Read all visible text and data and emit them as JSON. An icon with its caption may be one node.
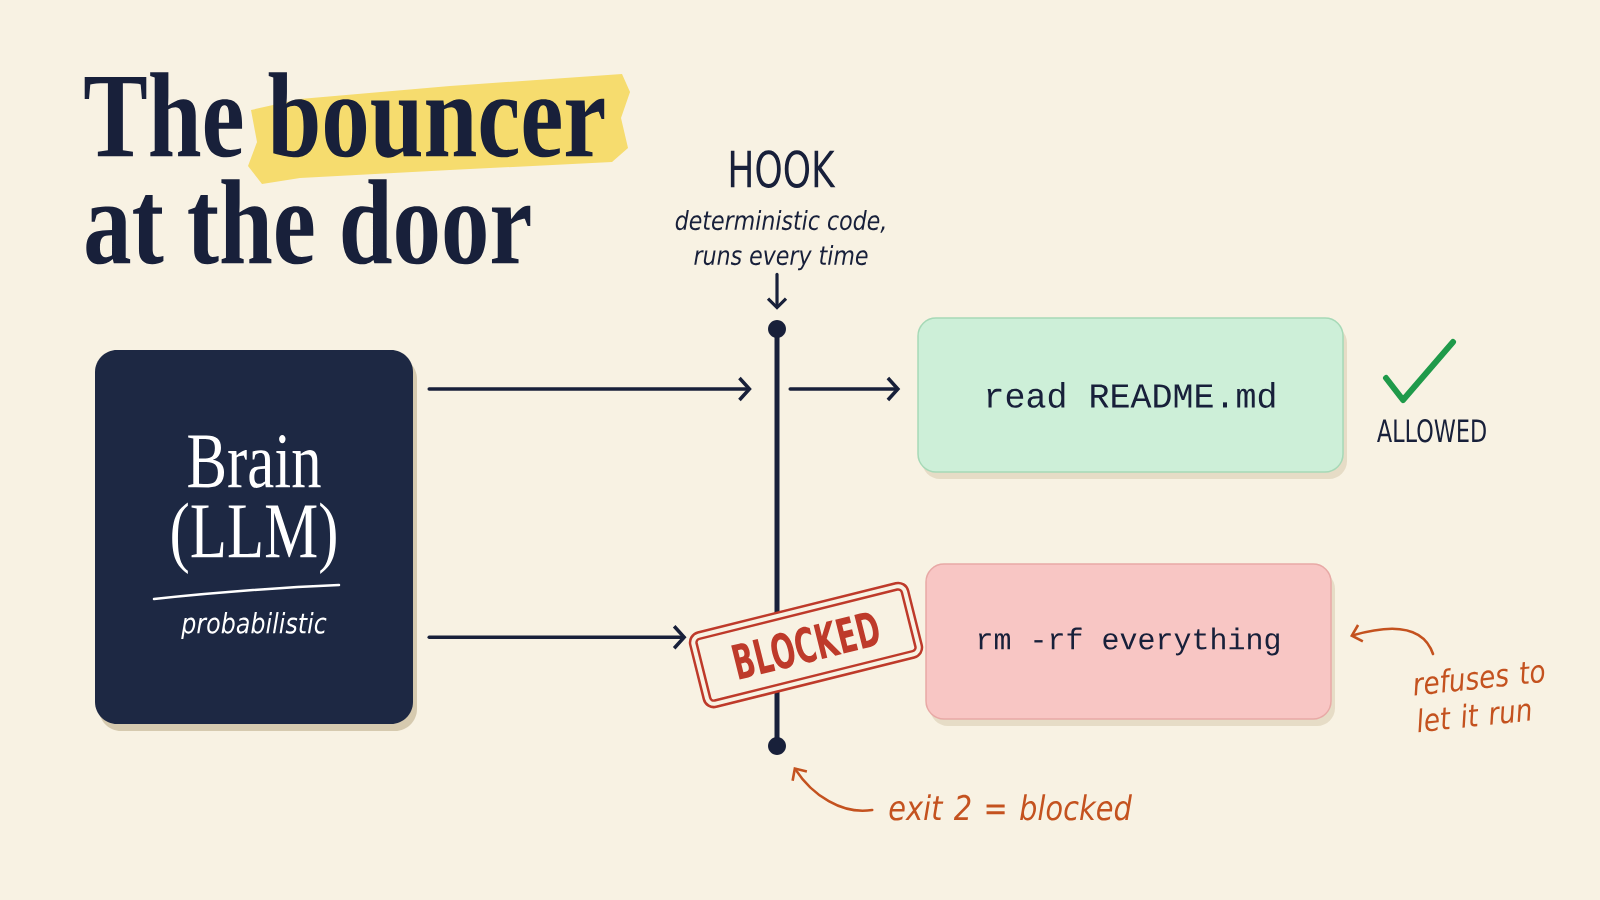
{
  "diagram": {
    "title": "The bouncer at the door",
    "nodes": [
      {
        "text": [
          "HOOK",
          "deterministic code, runs every time"
        ]
      },
      {
        "text": [],
        "shape": "bar"
      },
      {
        "text": [
          "Brain (LLM)",
          "probabilistic"
        ]
      },
      {
        "text": [
          "read README.md"
        ],
        "beside": [
          "ALLOWED"
        ]
      },
      {
        "text": [
          "BLOCKED"
        ]
      },
      {
        "text": [
          "rm -rf everything"
        ]
      },
      {
        "text": [
          "refuses to let it run"
        ]
      },
      {
        "text": [
          "exit 2 = blocked"
        ]
      }
    ],
    "edges": [
      {
        "from": 0,
        "to": 1,
        "arrow": "to"
      },
      {
        "from": 2,
        "to": 1,
        "arrow": "to"
      },
      {
        "from": 1,
        "to": 3,
        "arrow": "to"
      },
      {
        "from": 2,
        "to": 4,
        "arrow": "to"
      },
      {
        "from": 6,
        "to": 5,
        "arrow": "to",
        "color": "#c4521f"
      },
      {
        "from": 7,
        "to": 1,
        "arrow": "to",
        "color": "#c4521f"
      }
    ]
  }
}
